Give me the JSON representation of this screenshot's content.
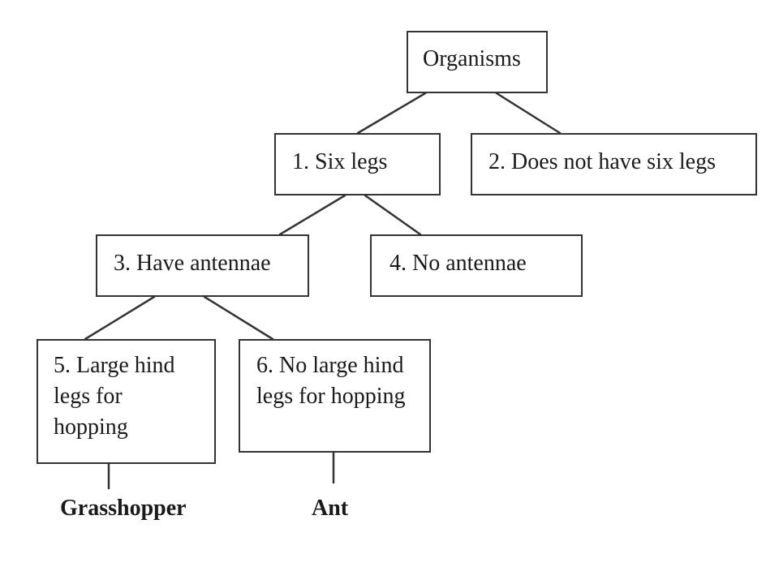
{
  "nodes": {
    "root": "Organisms",
    "n1": "1. Six legs",
    "n2": "2. Does not have six legs",
    "n3": "3. Have antennae",
    "n4": "4. No antennae",
    "n5": [
      "5. Large hind",
      "legs for",
      "hopping"
    ],
    "n6": [
      "6. No large hind",
      "legs for hopping"
    ]
  },
  "leaves": {
    "grasshopper": "Grasshopper",
    "ant": "Ant"
  },
  "colors": {
    "line": "#333333",
    "background": "#ffffff"
  }
}
